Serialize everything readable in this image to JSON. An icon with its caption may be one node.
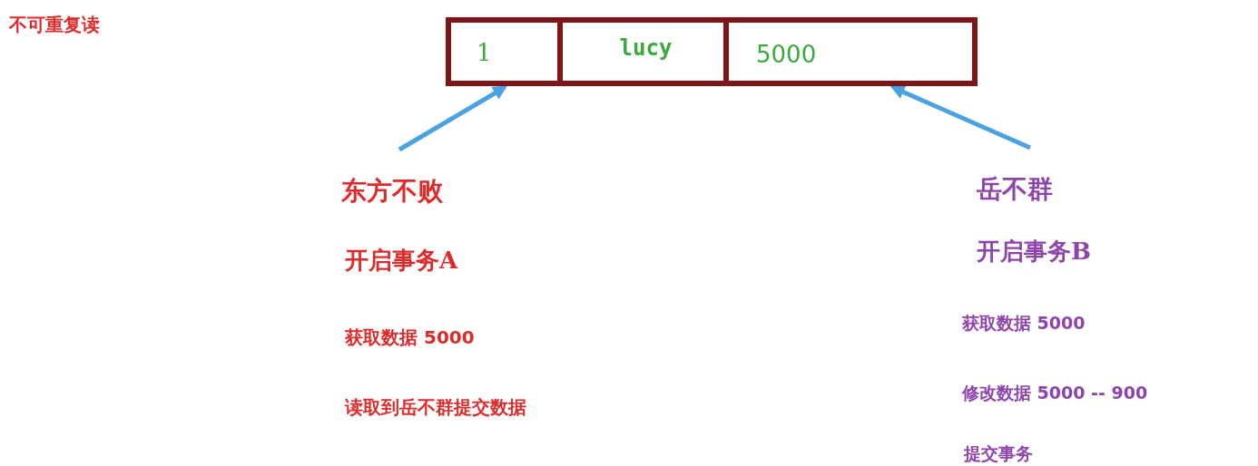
{
  "diagram": {
    "title": "不可重复读",
    "nodes": [
      {
        "text": [],
        "shape": "box"
      },
      {
        "text": [
          "1"
        ],
        "in": 0
      },
      {
        "text": [
          "lucy"
        ],
        "in": 0
      },
      {
        "text": [
          "5000"
        ],
        "in": 0
      },
      {
        "text": [
          "东方不败"
        ]
      },
      {
        "text": [
          "岳不群"
        ]
      }
    ],
    "edges": [
      {
        "from": 4,
        "to": 1,
        "arrow": "to"
      },
      {
        "from": 5,
        "to": 3,
        "arrow": "to"
      }
    ],
    "labels": [
      "开启事务A",
      "获取数据 5000",
      "读取到岳不群提交数据",
      "开启事务B",
      "获取数据 5000",
      "修改数据 5000 -- 900",
      "提交事务"
    ]
  }
}
